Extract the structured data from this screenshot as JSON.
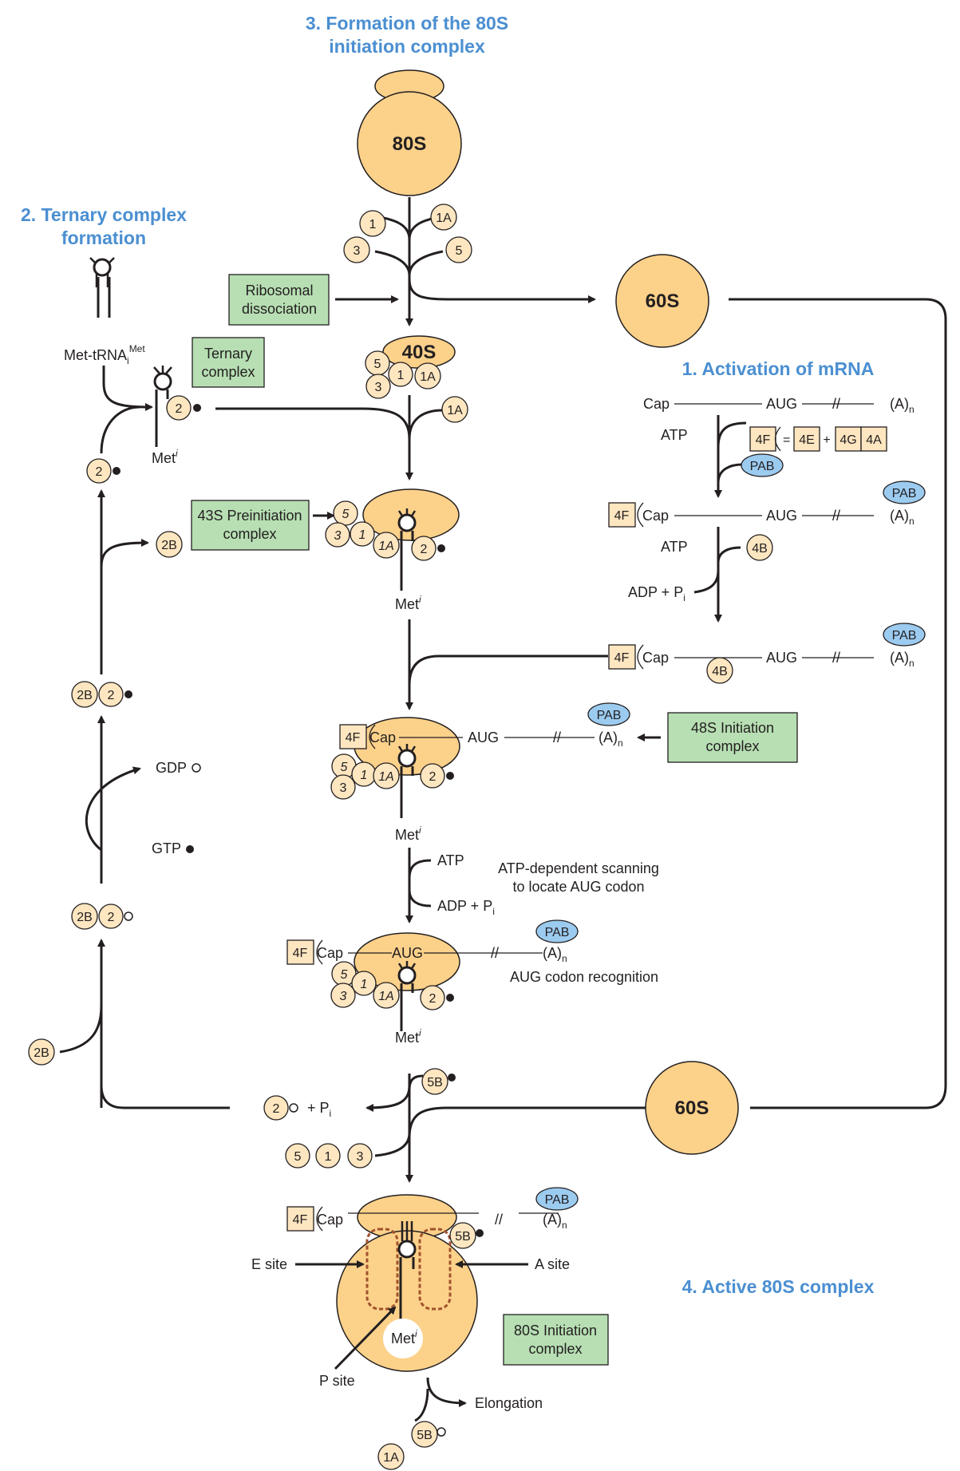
{
  "titles": {
    "formation_80s_line1": "3. Formation of the 80S",
    "formation_80s_line2": "initiation complex",
    "ternary_line1": "2. Ternary complex",
    "ternary_line2": "formation",
    "activation": "1. Activation of mRNA",
    "active_80s": "4. Active 80S complex"
  },
  "boxes": {
    "ribosomal_dissociation_line1": "Ribosomal",
    "ribosomal_dissociation_line2": "dissociation",
    "ternary_complex_line1": "Ternary",
    "ternary_complex_line2": "complex",
    "preinit_line1": "43S Preinitiation",
    "preinit_line2": "complex",
    "init48_line1": "48S Initiation",
    "init48_line2": "complex",
    "init80_line1": "80S Initiation",
    "init80_line2": "complex"
  },
  "ribosomes": {
    "r80s": "80S",
    "r60s": "60S",
    "r40s": "40S"
  },
  "factors": {
    "f1": "1",
    "f1a": "1A",
    "f2": "2",
    "f3": "3",
    "f5": "5",
    "f2b": "2B",
    "f4b": "4B",
    "f5b": "5B",
    "f4f": "4F",
    "f4e": "4E",
    "f4g": "4G",
    "f4a": "4A",
    "pab": "PAB"
  },
  "labels": {
    "met_trna_main": "Met-tRNA",
    "met_trna_sub": "i",
    "met_trna_sup": "Met",
    "met": "Met",
    "met_sup": "i",
    "cap": "Cap",
    "aug": "AUG",
    "poly_a": "(A)",
    "poly_a_sub": "n",
    "atp": "ATP",
    "adp_pi": "ADP + P",
    "pi_sub": "i",
    "gdp": "GDP",
    "gtp": "GTP",
    "plus": "+",
    "equals": "=",
    "plus_pi": "+ P",
    "scanning_line1": "ATP-dependent scanning",
    "scanning_line2": "to locate AUG codon",
    "recognition": "AUG codon recognition",
    "e_site": "E site",
    "a_site": "A site",
    "p_site": "P site",
    "elongation": "Elongation",
    "break_mark": "//"
  }
}
